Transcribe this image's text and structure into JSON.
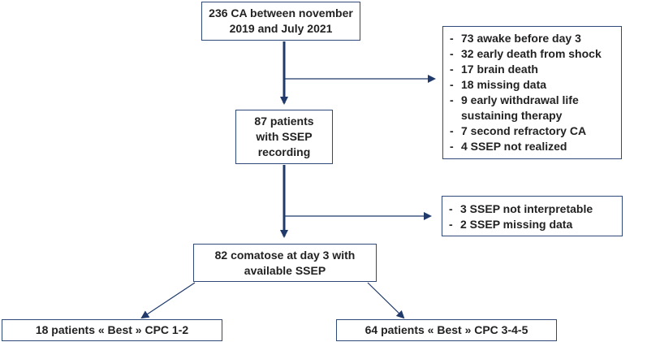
{
  "start": {
    "line1": "236 CA between november",
    "line2": "2019 and July 2021"
  },
  "excluded_first": {
    "items": [
      "73 awake before day 3",
      "32 early death from shock",
      "17 brain death",
      "18 missing data",
      "9 early withdrawal life sustaining therapy",
      "7 second refractory CA",
      "4 SSEP not realized"
    ]
  },
  "ssep_recording": {
    "line1": "87 patients",
    "line2": "with SSEP",
    "line3": "recording"
  },
  "excluded_second": {
    "items": [
      "3 SSEP not interpretable",
      "2 SSEP missing data"
    ]
  },
  "comatose": {
    "line1": "82 comatose at day 3 with",
    "line2": "available SSEP"
  },
  "outcome_good": {
    "label": "18 patients « Best » CPC 1-2"
  },
  "outcome_poor": {
    "label": "64 patients « Best » CPC 3-4-5"
  },
  "colors": {
    "border": "#2f4a7a",
    "arrow": "#1f3a6b"
  }
}
